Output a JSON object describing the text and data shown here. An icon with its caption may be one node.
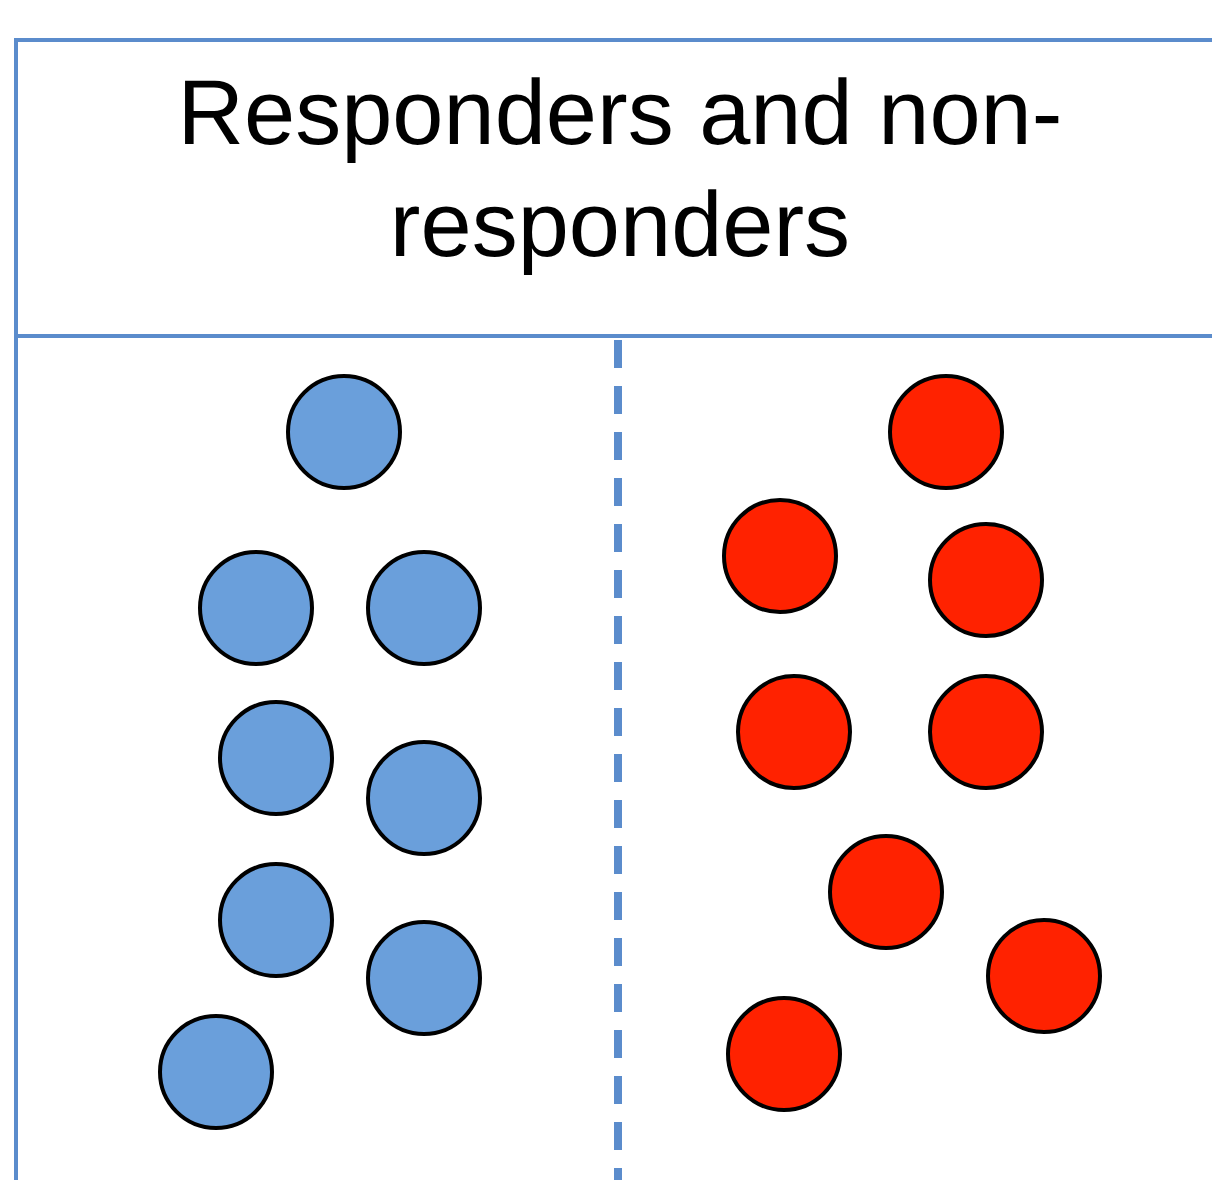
{
  "diagram": {
    "title": "Responders and non-responders",
    "nodes": [
      {
        "text": [],
        "shape": "circle"
      },
      {
        "text": [],
        "shape": "circle"
      },
      {
        "text": [],
        "shape": "circle"
      },
      {
        "text": [],
        "shape": "circle"
      },
      {
        "text": [],
        "shape": "circle"
      },
      {
        "text": [],
        "shape": "circle"
      },
      {
        "text": [],
        "shape": "circle"
      },
      {
        "text": [],
        "shape": "circle"
      },
      {
        "text": [],
        "shape": "circle"
      },
      {
        "text": [],
        "shape": "circle"
      },
      {
        "text": [],
        "shape": "circle"
      },
      {
        "text": [],
        "shape": "circle"
      },
      {
        "text": [],
        "shape": "circle"
      },
      {
        "text": [],
        "shape": "circle"
      },
      {
        "text": [],
        "shape": "circle"
      },
      {
        "text": [],
        "shape": "circle"
      }
    ],
    "edges": []
  }
}
